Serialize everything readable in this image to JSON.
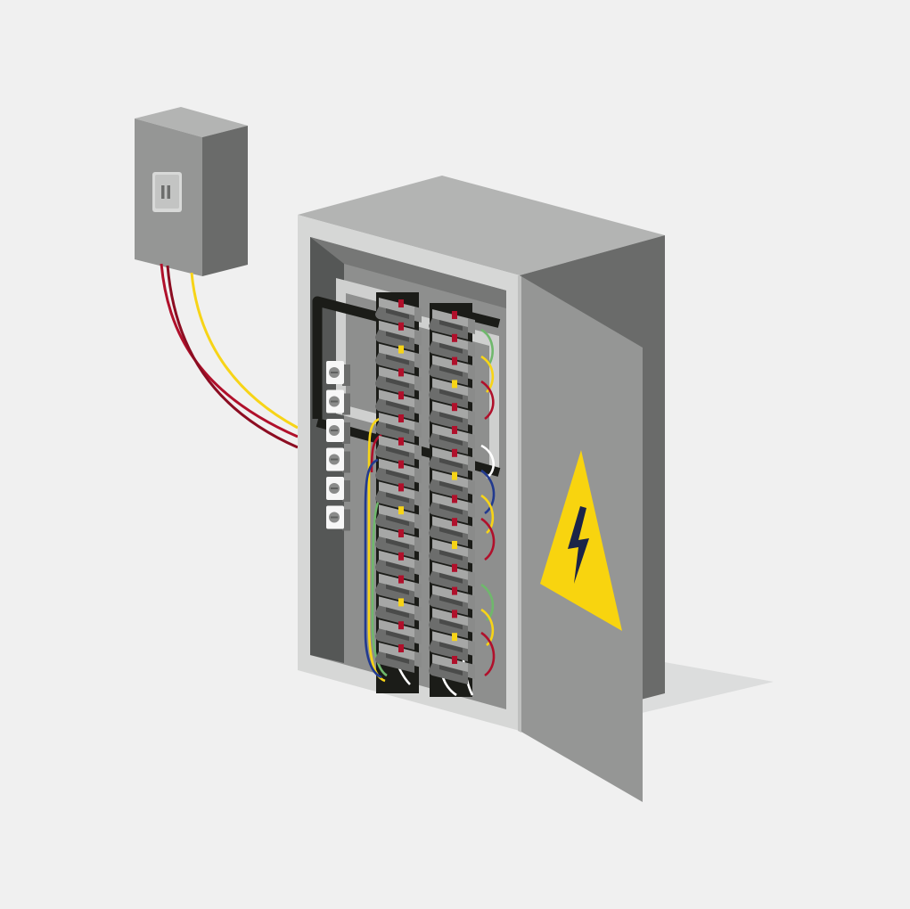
{
  "scene": {
    "subject": "open-electrical-breaker-panel",
    "icons": [
      "meter-box-icon",
      "breaker-panel-icon",
      "high-voltage-warning-icon",
      "lightning-bolt-icon"
    ]
  },
  "colors": {
    "background": "#f0f0f0",
    "shadow": "#dcdddd",
    "box_top": "#b3b4b3",
    "box_front": "#959695",
    "box_side": "#6a6b6a",
    "panel_rim": "#d6d7d6",
    "interior_wall": "#555756",
    "interior_back": "#8e8f8e",
    "breaker_light": "#a6a7a6",
    "breaker_dark": "#6c6d6c",
    "breaker_slot": "#4a4b4a",
    "busbar": "#1b1c18",
    "wire_red": "#b0102b",
    "wire_dark_red": "#8c0d22",
    "wire_yellow": "#f7d417",
    "wire_blue": "#223a8f",
    "wire_green": "#6fb86c",
    "wire_white": "#ffffff",
    "warning_yellow": "#f8d40f",
    "bolt_navy": "#1c2548"
  },
  "breakers": {
    "left_column": [
      "red",
      "red",
      "yellow",
      "red",
      "red",
      "red",
      "red",
      "red",
      "red",
      "yellow",
      "red",
      "red",
      "red",
      "yellow",
      "red",
      "red"
    ],
    "right_column": [
      "red",
      "red",
      "red",
      "yellow",
      "red",
      "red",
      "red",
      "yellow",
      "red",
      "red",
      "yellow",
      "red",
      "red",
      "red",
      "yellow",
      "red"
    ]
  },
  "terminals": 6
}
